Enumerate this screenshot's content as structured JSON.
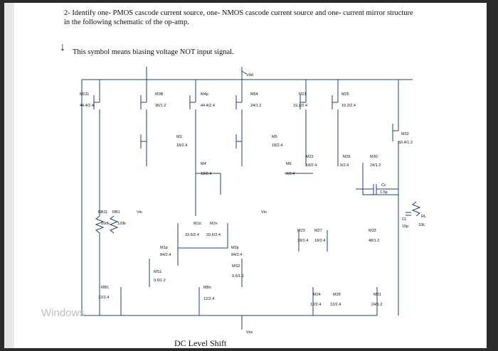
{
  "question": {
    "line1": "2- Identify one- PMOS cascode current source, one- NMOS cascode current source and one- current mirror structure",
    "line2": "in the following schematic of the op-amp."
  },
  "legend_note": "This symbol means biasing voltage NOT input signal.",
  "footer_label": "DC Level Shift",
  "watermark": "Windows",
  "labels": {
    "vdd": "Vdd",
    "vin_left": "Vin",
    "vin_right": "Vin",
    "vss": "Vss",
    "m011": "M011",
    "m011_size": "44.4/2.4",
    "m3b": "M3B",
    "m3b_size": "36/1.2",
    "m4p": "M4p",
    "m4p_size": "44.4/2.4",
    "m54": "M54",
    "m54_size": "24/1.2",
    "m21": "M21",
    "m21_size": "19.2/2.4",
    "m25": "M25",
    "m25_size": "19.2/2.4",
    "m3": "M3",
    "m3_size": "18/2.4",
    "m5": "M5",
    "m5_size": "18/2.4",
    "m32": "M32",
    "m32_size": "50.4/1.2",
    "m22": "M22",
    "m26": "M26",
    "m30": "M30",
    "m4": "M4",
    "m4_size": "18/2.4",
    "m6": "M6",
    "m6_size": "9/2.4",
    "m26_size": "9/2.4",
    "m30_size": "24/1.2",
    "m22_size": "18/2.4",
    "cc": "Cc",
    "cc_val": "1.5p",
    "rb11": "RB11",
    "rb1": "RB1",
    "rb11_val": "100k",
    "rb1_val": "120k",
    "m1n": "M1n",
    "m2n": "M2n",
    "m1n_size": "33.6/2.4",
    "m2n_size": "33.6/2.4",
    "m1p": "M1p",
    "m1p_size": "84/2.4",
    "m2p": "M2p",
    "m2p_size": "84/2.4",
    "m23": "M23",
    "m27": "M27",
    "m23_size": "18/2.4",
    "m27_size": "18/2.4",
    "m33": "M33",
    "m33_size": "48/1.2",
    "rl": "RL",
    "rl_val": "10k",
    "cl": "CL",
    "cl_val": "10p",
    "ms1": "MS1",
    "ms1_size": "9.6/1.2",
    "ms2": "MS2",
    "ms2_size": "9.6/1.2",
    "mb1": "MB1",
    "mb1_size": "12/2.4",
    "m8n": "M8n",
    "m8n_size": "12/2.4",
    "m24": "M24",
    "m28": "M28",
    "m24_size": "12/2.4",
    "m28_size": "12/2.4",
    "m31": "M31",
    "m31_size": "24/1.2"
  }
}
